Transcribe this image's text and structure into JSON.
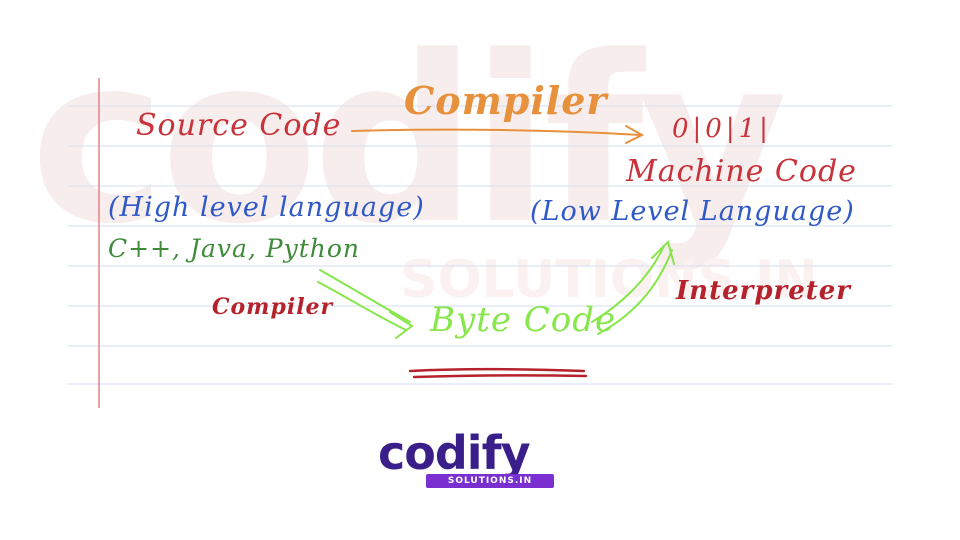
{
  "watermark": {
    "brand": "codify",
    "tagline": "SOLUTIONS.IN"
  },
  "diagram": {
    "source_code": "Source Code",
    "compiler_top": "Compiler",
    "binary": "0|0|1|",
    "machine_code": "Machine Code",
    "high_level": "(High level language)",
    "low_level": "(Low Level Language)",
    "languages": "C++, Java, Python",
    "compiler_left": "Compiler",
    "byte_code": "Byte Code",
    "interpreter": "Interpreter"
  },
  "logo": {
    "brand": "codify",
    "sub": "SOLUTIONS.IN"
  },
  "colors": {
    "red_ink": "#c8323a",
    "orange_ink": "#e8913d",
    "blue_ink": "#2f58c8",
    "green_ink": "#3f8b3a",
    "lime_ink": "#86e64a",
    "ruled_line": "#d6def0",
    "margin_line": "#e48484",
    "logo_purple": "#3a1f8a",
    "logo_violet": "#7a2fd0"
  }
}
